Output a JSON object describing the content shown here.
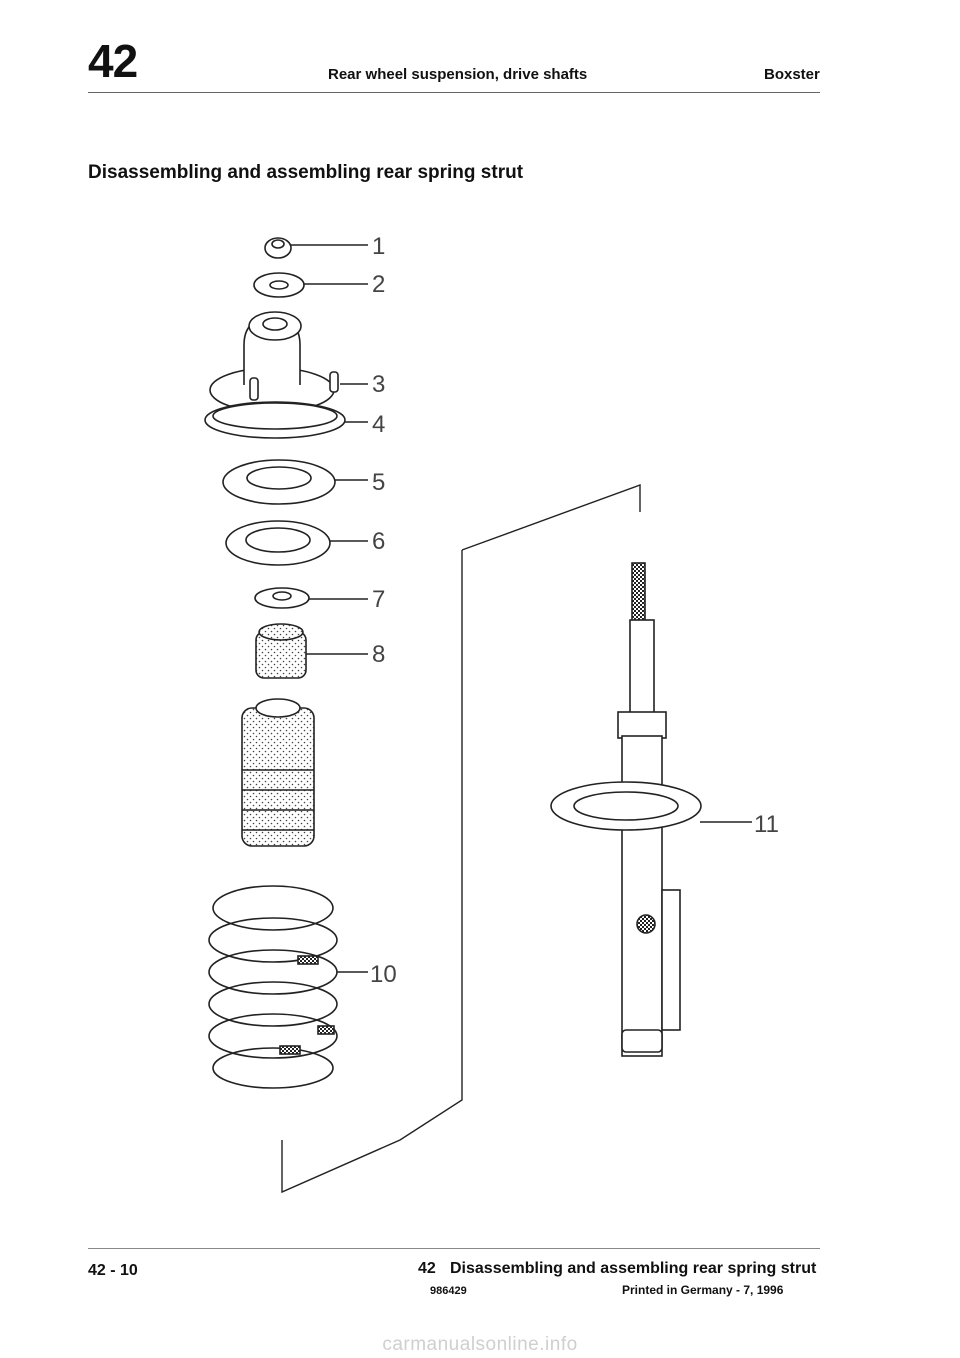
{
  "header": {
    "chapter": "42",
    "title": "Rear wheel suspension, drive shafts",
    "model": "Boxster"
  },
  "page_title": "Disassembling and assembling rear spring strut",
  "diagram": {
    "callouts": [
      "1",
      "2",
      "3",
      "4",
      "5",
      "6",
      "7",
      "8",
      "10",
      "11"
    ]
  },
  "footer": {
    "page_number": "42 - 10",
    "chapter": "42",
    "title": "Disassembling and assembling rear spring strut",
    "doc_number": "986429",
    "print_info": "Printed in Germany - 7, 1996"
  },
  "watermark": "carmanualsonline.info"
}
